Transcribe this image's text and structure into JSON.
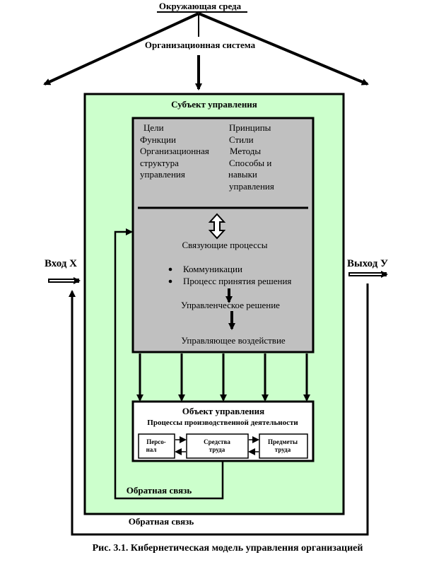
{
  "environment": "Окружающая среда",
  "org_system": "Организационная система",
  "subject": {
    "title": "Субъект управления",
    "left_col": [
      "Цели",
      "Функции",
      "Организационная",
      "структура",
      "управления"
    ],
    "right_col": [
      "Принципы",
      "Стили",
      "Методы",
      "Способы и",
      "навыки",
      "управления"
    ],
    "connecting": "Связующие процессы",
    "bullets": [
      "Коммуникации",
      "Процесс принятия решения"
    ],
    "decision": "Управленческое решение",
    "action": "Управляющее воздействие"
  },
  "object": {
    "title": "Объект управления",
    "subtitle": "Процессы производственной деятельности",
    "personnel": [
      "Персо-",
      "нал"
    ],
    "means": [
      "Средства",
      "труда"
    ],
    "items": [
      "Предметы",
      "труда"
    ]
  },
  "input": "Вход X",
  "output": "Выход У",
  "feedback_inner": "Обратная связь",
  "feedback_outer": "Обратная связь",
  "caption": "Рис. 3.1. Кибернетическая модель управления организацией",
  "colors": {
    "green_fill": "#ccffcc",
    "gray_fill": "#c0c0c0"
  }
}
